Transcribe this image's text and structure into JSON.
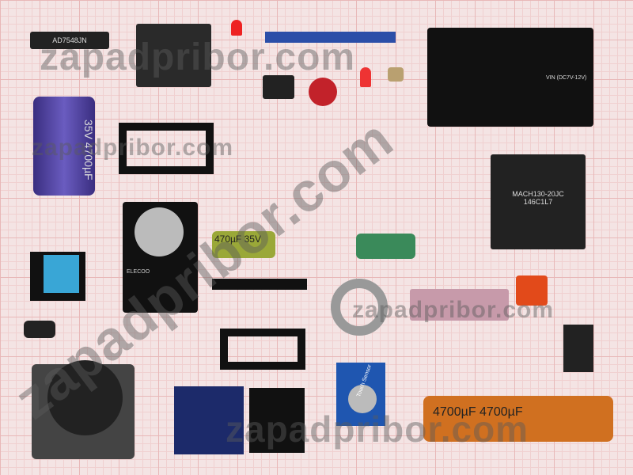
{
  "watermark": "zapadpribor.com",
  "labels": {
    "dip_chip": "AD7548JN",
    "plcc_chip_line1": "MACH130-20JC",
    "plcc_chip_line2": "146C1L7",
    "cap_big": "35V 4700µF",
    "cap_green": "470µF 35V",
    "cap_orange": "4700µF 4700µF",
    "psu_label": "VIN (DC7V-12V)",
    "rtc_brand": "ELECOO",
    "touch_sensor": "Touch Sensor"
  },
  "colors": {
    "grid": "#e8b8b8",
    "paper": "#f4e4e4",
    "watermark": "#5a5a5a"
  }
}
